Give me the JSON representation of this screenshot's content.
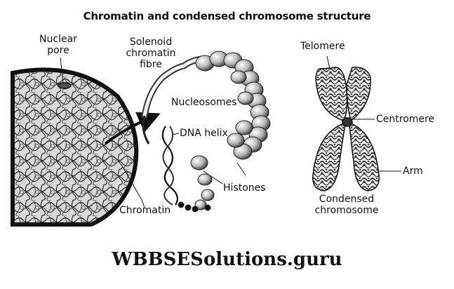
{
  "title": "Chromatin and condensed chromosome structure",
  "labels": {
    "nuclear_pore": [
      "Nuclear",
      "pore"
    ],
    "solenoid": [
      "Solenoid",
      "chromatin",
      "fibre"
    ],
    "nucleosomes": "Nucleosomes",
    "dna_helix": "DNA helix",
    "histones": "Histones",
    "chromatin": "Chromatin",
    "telomere": "Telomere",
    "centromere": "Centromere",
    "arm": "Arm",
    "condensed": [
      "Condensed",
      "chromosome"
    ]
  },
  "watermark": "WBBSESolutions.guru"
}
